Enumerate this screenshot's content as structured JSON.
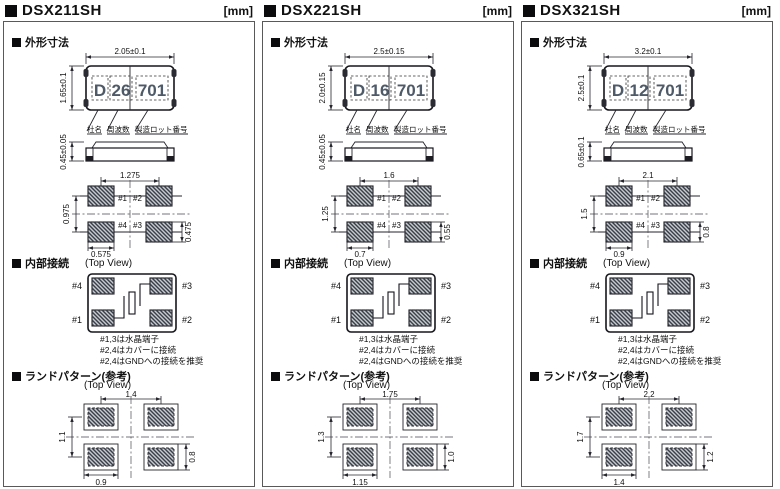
{
  "shared": {
    "unit": "[mm]",
    "section_outline": "外形寸法",
    "section_internal": "内部接続",
    "section_land": "ランドパターン(参考)",
    "top_view": "(Top View)",
    "marking_labels": {
      "company": "社名",
      "frequency": "周波数",
      "lot": "製造ロット番号"
    },
    "pins": {
      "p1": "#1",
      "p2": "#2",
      "p3": "#3",
      "p4": "#4"
    },
    "internal_notes": [
      "#1,3は水晶端子",
      "#2,4はカバーに接続",
      "#2,4はGNDへの接続を推奨"
    ],
    "colors": {
      "line": "#26262e",
      "pad_hatch": "#3a3f47",
      "marking_text": "#4e5a68"
    }
  },
  "panels": [
    {
      "title": "DSX211SH",
      "outline": {
        "width": "2.05±0.1",
        "height": "1.65±0.1",
        "thickness": "0.45±0.05",
        "marking": {
          "p1": "D",
          "p2": "26",
          "p3": "701"
        },
        "bottom": {
          "pitch_x": "1.275",
          "pitch_y": "0.975",
          "pad_w": "0.575",
          "pad_h": "0.475"
        }
      },
      "land": {
        "pitch_x": "1.4",
        "pitch_y": "1.1",
        "pad_w": "0.9",
        "pad_h": "0.8"
      }
    },
    {
      "title": "DSX221SH",
      "outline": {
        "width": "2.5±0.15",
        "height": "2.0±0.15",
        "thickness": "0.45±0.05",
        "marking": {
          "p1": "D",
          "p2": "16",
          "p3": "701"
        },
        "bottom": {
          "pitch_x": "1.6",
          "pitch_y": "1.25",
          "pad_w": "0.7",
          "pad_h": "0.55"
        }
      },
      "land": {
        "pitch_x": "1.75",
        "pitch_y": "1.3",
        "pad_w": "1.15",
        "pad_h": "1.0"
      }
    },
    {
      "title": "DSX321SH",
      "outline": {
        "width": "3.2±0.1",
        "height": "2.5±0.1",
        "thickness": "0.65±0.1",
        "marking": {
          "p1": "D",
          "p2": "12",
          "p3": "701"
        },
        "bottom": {
          "pitch_x": "2.1",
          "pitch_y": "1.5",
          "pad_w": "0.9",
          "pad_h": "0.8"
        }
      },
      "land": {
        "pitch_x": "2.2",
        "pitch_y": "1.7",
        "pad_w": "1.4",
        "pad_h": "1.2"
      }
    }
  ]
}
